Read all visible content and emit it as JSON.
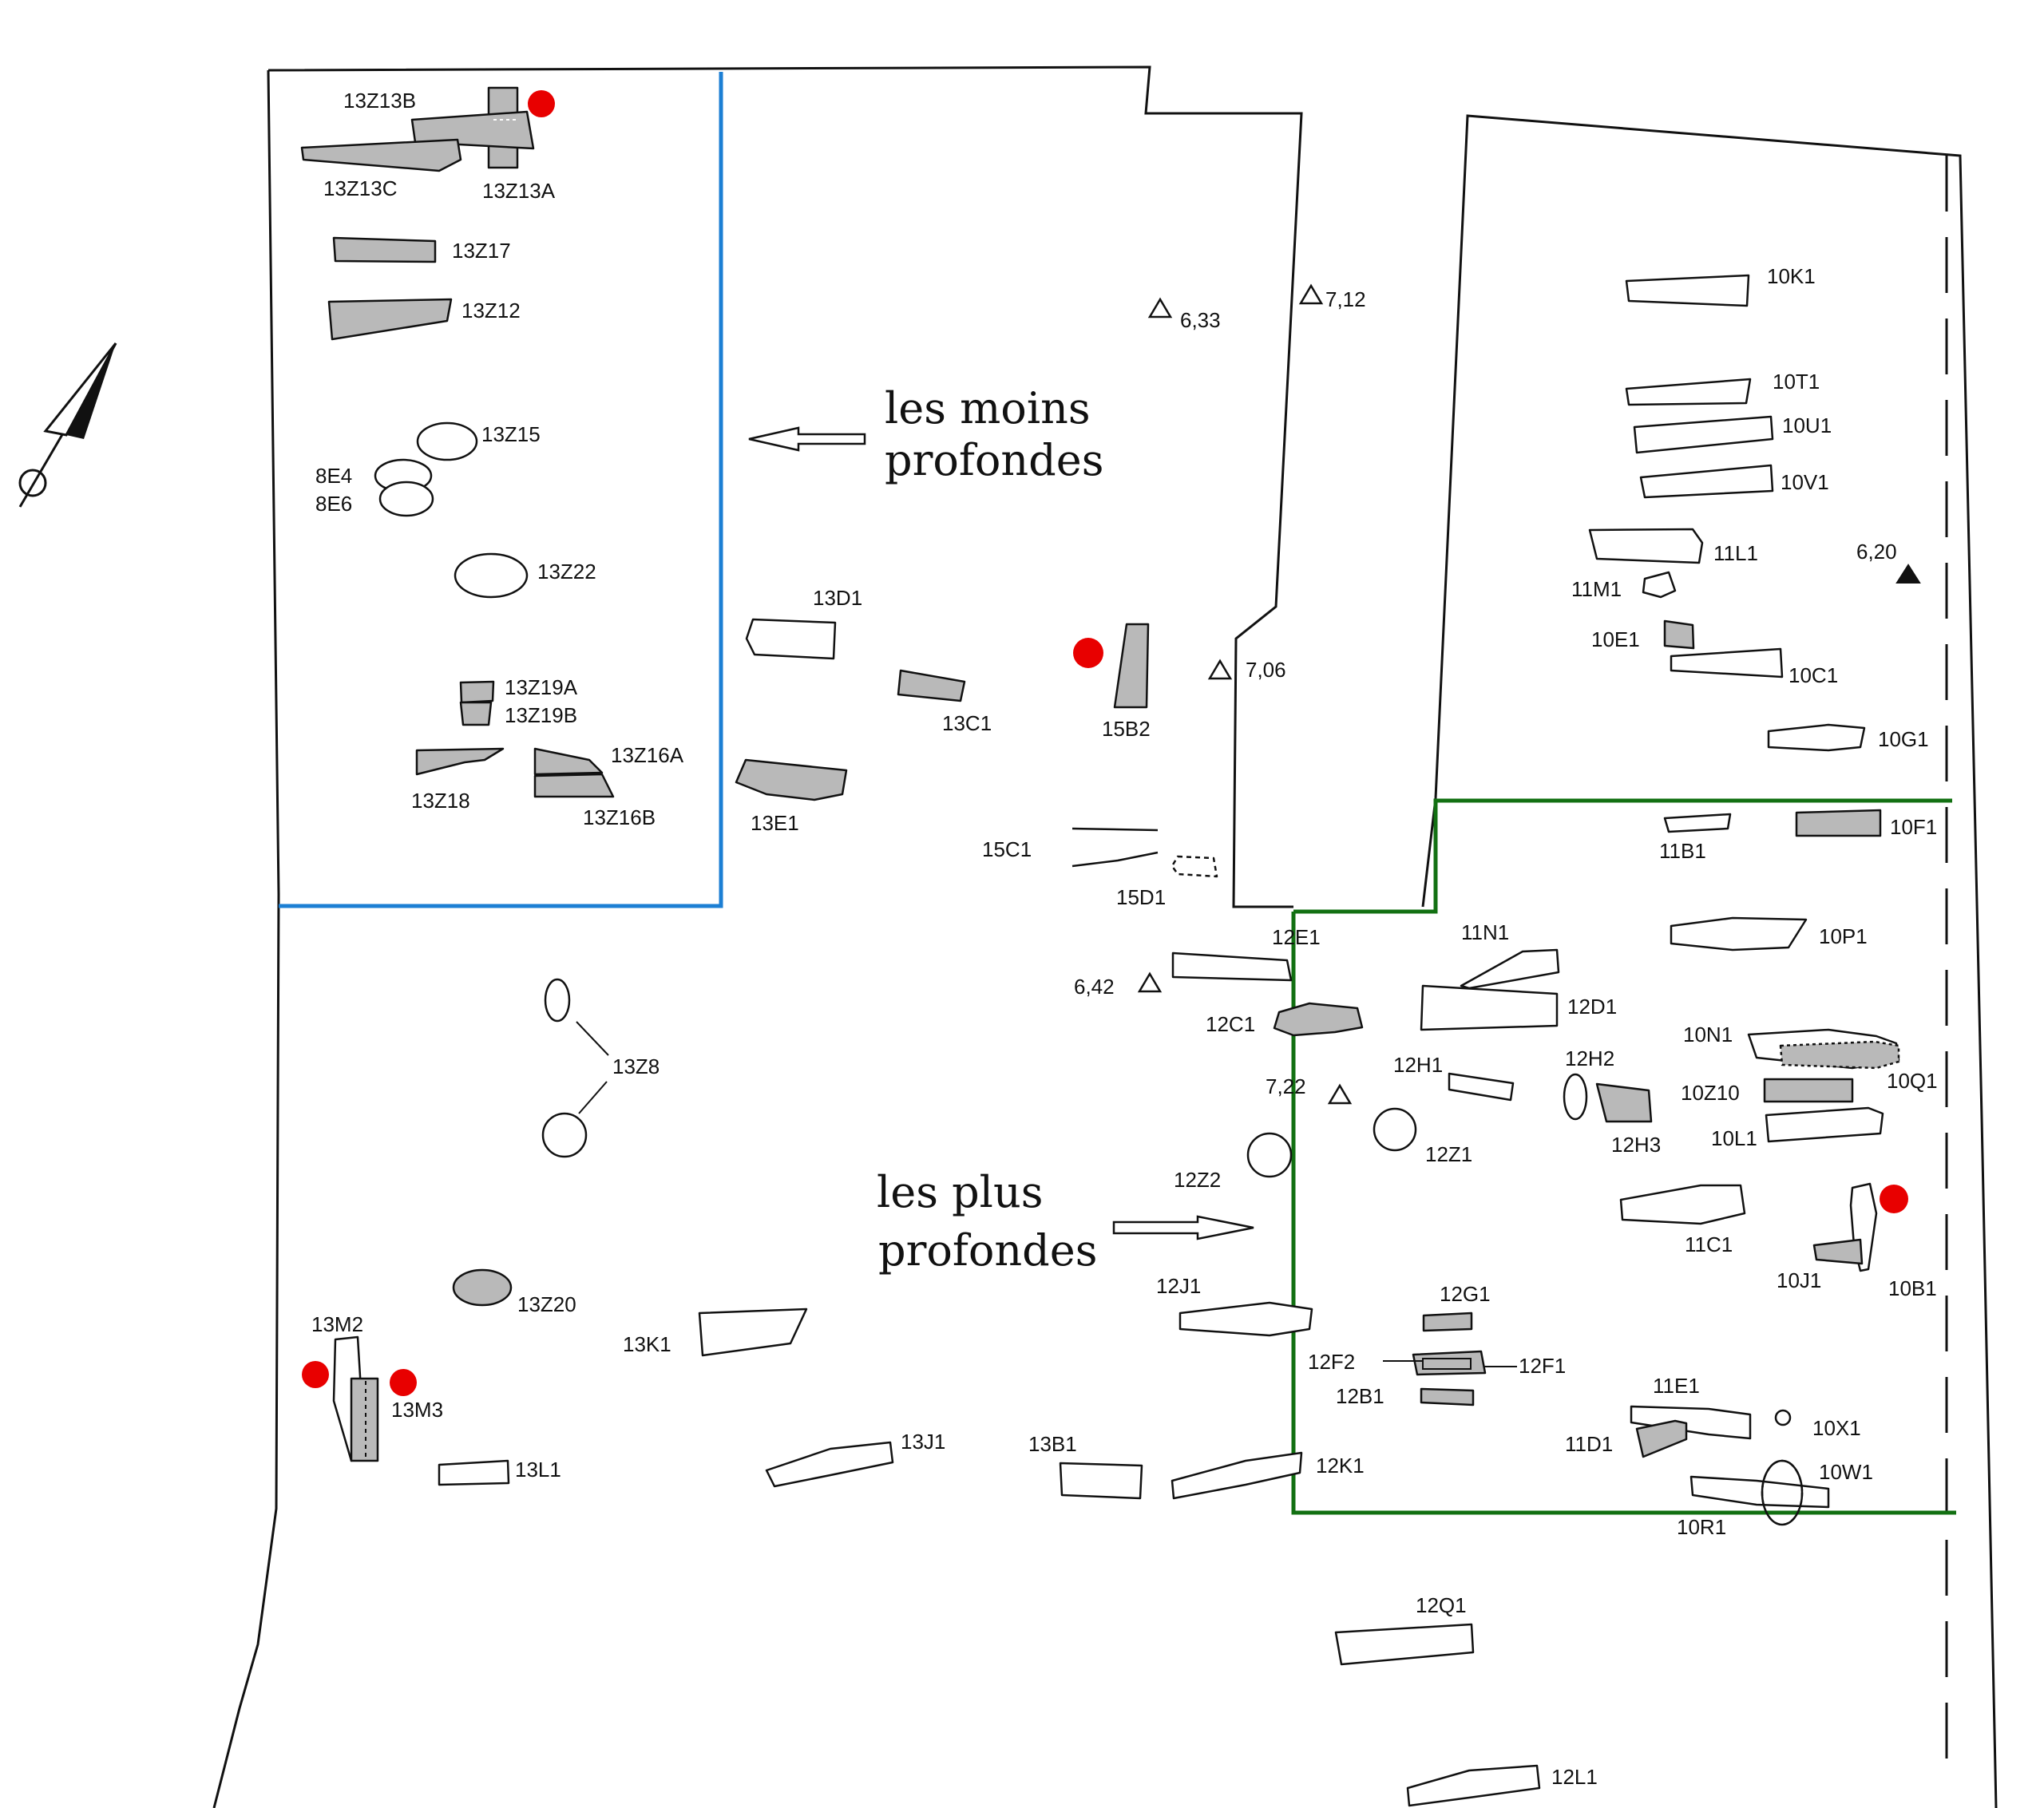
{
  "colors": {
    "filled": "#b9b9b9",
    "empty": "#ffffff",
    "shallow_zone": "#1c7fd4",
    "deep_zone": "#127012",
    "red_marker": "#e80000"
  },
  "annotations": {
    "shallow_l1": "les moins",
    "shallow_l2": "profondes",
    "deep_l1": "les plus",
    "deep_l2": "profondes"
  },
  "icons": {
    "north": "north-arrow-icon"
  },
  "markers": [
    {
      "label": "6,33",
      "filled": false
    },
    {
      "label": "7,12",
      "filled": false
    },
    {
      "label": "7,06",
      "filled": false
    },
    {
      "label": "6,42",
      "filled": false
    },
    {
      "label": "7,22",
      "filled": false
    },
    {
      "label": "6,20",
      "filled": true
    }
  ],
  "labels": {
    "l_13Z13B": "13Z13B",
    "l_13Z13C": "13Z13C",
    "l_13Z13A": "13Z13A",
    "l_13Z17": "13Z17",
    "l_13Z12": "13Z12",
    "l_13Z15": "13Z15",
    "l_8E4": "8E4",
    "l_8E6": "8E6",
    "l_13Z22": "13Z22",
    "l_13Z19A": "13Z19A",
    "l_13Z19B": "13Z19B",
    "l_13Z16A": "13Z16A",
    "l_13Z18": "13Z18",
    "l_13Z16B": "13Z16B",
    "l_13D1": "13D1",
    "l_13C1": "13C1",
    "l_15B2": "15B2",
    "l_13E1": "13E1",
    "l_15C1": "15C1",
    "l_15D1": "15D1",
    "l_10K1": "10K1",
    "l_10T1": "10T1",
    "l_10U1": "10U1",
    "l_10V1": "10V1",
    "l_11L1": "11L1",
    "l_11M1": "11M1",
    "l_10E1": "10E1",
    "l_10C1": "10C1",
    "l_10G1": "10G1",
    "l_11B1": "11B1",
    "l_10F1": "10F1",
    "l_12E1": "12E1",
    "l_11N1": "11N1",
    "l_10P1": "10P1",
    "l_12D1": "12D1",
    "l_12C1": "12C1",
    "l_10N1": "10N1",
    "l_10Q1": "10Q1",
    "l_12H1": "12H1",
    "l_12H2": "12H2",
    "l_10Z10": "10Z10",
    "l_12H3": "12H3",
    "l_10L1": "10L1",
    "l_12Z1": "12Z1",
    "l_12Z2": "12Z2",
    "l_13Z8": "13Z8",
    "l_11C1": "11C1",
    "l_10J1": "10J1",
    "l_10B1": "10B1",
    "l_12J1": "12J1",
    "l_13Z20": "13Z20",
    "l_13K1": "13K1",
    "l_13M2": "13M2",
    "l_13M3": "13M3",
    "l_12G1": "12G1",
    "l_12F2": "12F2",
    "l_12F1": "12F1",
    "l_12B1": "12B1",
    "l_11E1": "11E1",
    "l_10X1": "10X1",
    "l_11D1": "11D1",
    "l_10W1": "10W1",
    "l_10R1": "10R1",
    "l_13L1": "13L1",
    "l_13J1": "13J1",
    "l_13B1": "13B1",
    "l_12K1": "12K1",
    "l_12Q1": "12Q1",
    "l_12L1": "12L1"
  }
}
